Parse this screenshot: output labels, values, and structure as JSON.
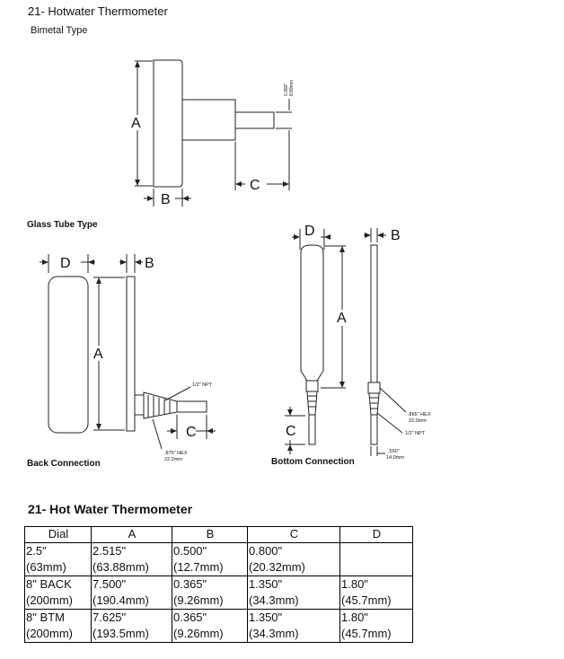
{
  "page": {
    "title": "21- Hotwater Thermometer",
    "bimetal_caption": "Bimetal Type",
    "glass_caption": "Glass Tube Type",
    "back_caption": "Back Connection",
    "bottom_caption": "Bottom Connection"
  },
  "dims": {
    "A": "A",
    "B": "B",
    "C": "C",
    "D": "D",
    "stem_top": "0.380\"",
    "stem_bottom": "8.89mm",
    "npt_back": "1/2\" NPT",
    "hex_back_1": ".875\" HEX",
    "hex_back_2": "22.2mm",
    "hex_bottom_1": ".865\" HEX",
    "hex_bottom_2": "22.0mm",
    "npt_bottom": "1/2\" NPT",
    "stem_bottom_1": ".550\"",
    "stem_bottom_2": "14.0mm"
  },
  "table": {
    "title": "21- Hot Water Thermometer",
    "headers": [
      "Dial",
      "A",
      "B",
      "C",
      "D"
    ],
    "rows": [
      [
        [
          "2.5\"",
          "(63mm)"
        ],
        [
          "2.515\"",
          "(63.88mm)"
        ],
        [
          "0.500\"",
          "(12.7mm)"
        ],
        [
          "0.800\"",
          "(20.32mm)"
        ],
        [
          "",
          ""
        ]
      ],
      [
        [
          "8\" BACK",
          "(200mm)"
        ],
        [
          "7.500\"",
          "(190.4mm)"
        ],
        [
          "0.365\"",
          "(9.26mm)"
        ],
        [
          "1.350\"",
          "(34.3mm)"
        ],
        [
          "1.80\"",
          "(45.7mm)"
        ]
      ],
      [
        [
          "8\" BTM",
          "(200mm)"
        ],
        [
          "7.625\"",
          "(193.5mm)"
        ],
        [
          "0.365\"",
          "(9.26mm)"
        ],
        [
          "1.350\"",
          "(34.3mm)"
        ],
        [
          "1.80\"",
          "(45.7mm)"
        ]
      ]
    ]
  }
}
